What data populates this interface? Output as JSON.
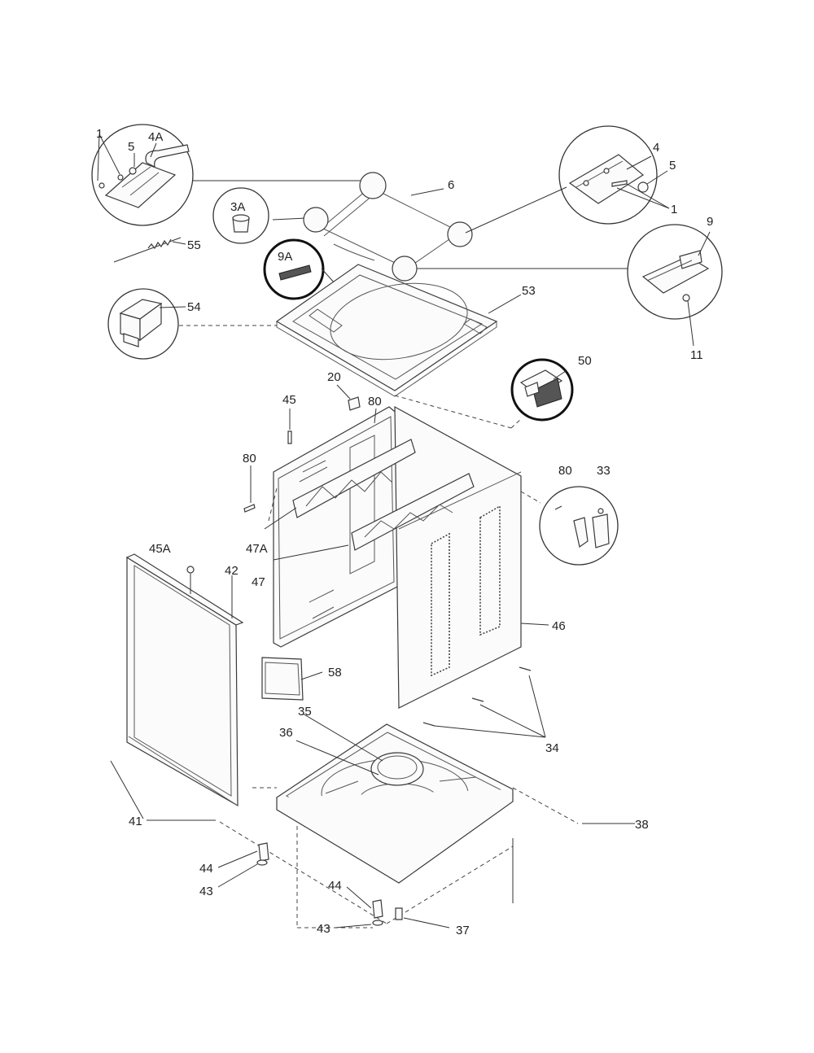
{
  "labels": {
    "p1a": "1",
    "p5a": "5",
    "p4A": "4A",
    "p4": "4",
    "p5b": "5",
    "p1b": "1",
    "p6": "6",
    "p3A": "3A",
    "p55": "55",
    "p9": "9",
    "p11": "11",
    "p9A": "9A",
    "p53": "53",
    "p54": "54",
    "p50": "50",
    "p20": "20",
    "p45": "45",
    "p80a": "80",
    "p80b": "80",
    "p80c": "80",
    "p33": "33",
    "p47A": "47A",
    "p47": "47",
    "p45A": "45A",
    "p42": "42",
    "p46": "46",
    "p58": "58",
    "p35": "35",
    "p36": "36",
    "p34": "34",
    "p41": "41",
    "p38": "38",
    "p44a": "44",
    "p43a": "43",
    "p44b": "44",
    "p43b": "43",
    "p37": "37"
  }
}
